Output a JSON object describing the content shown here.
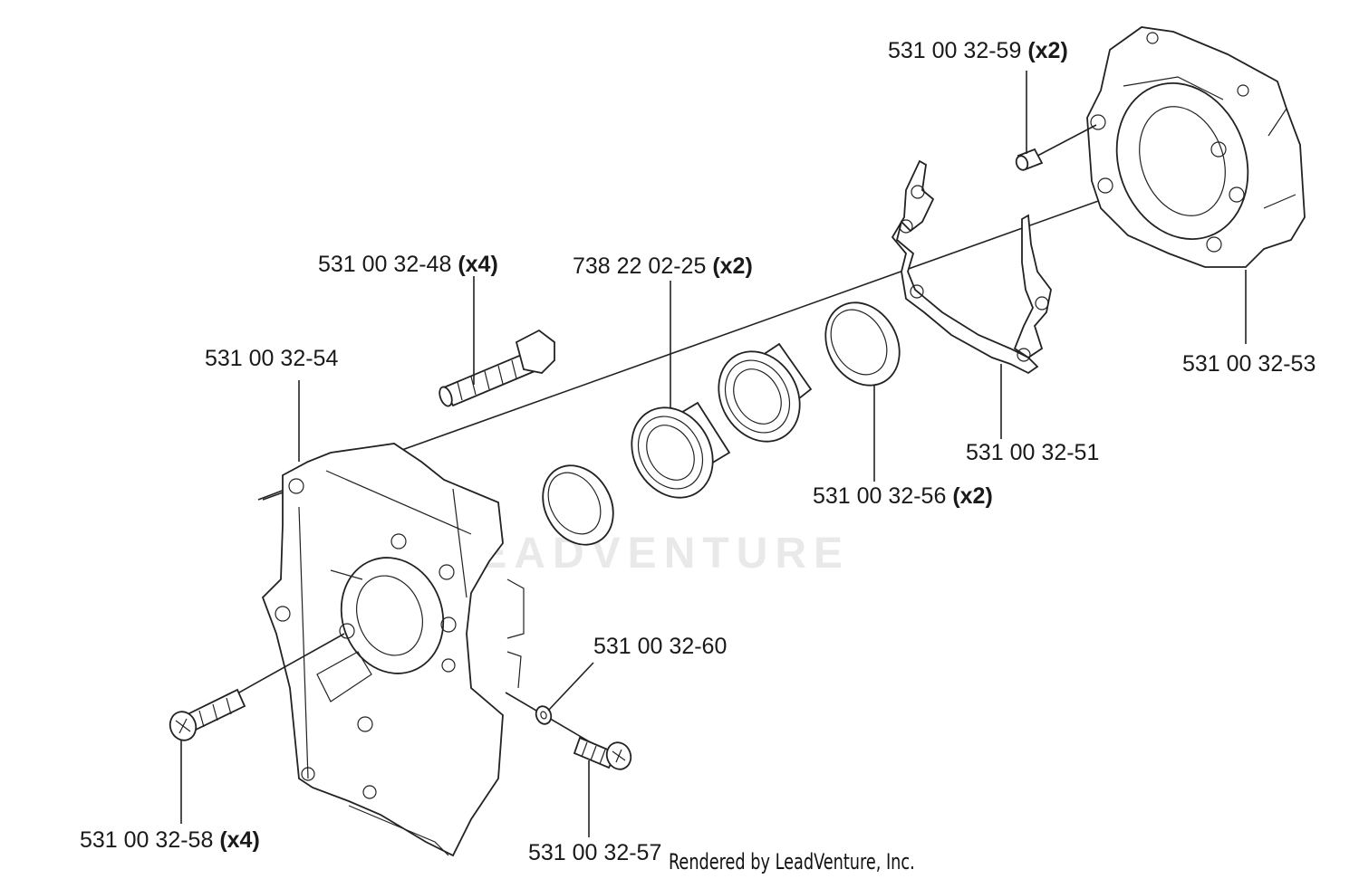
{
  "parts": [
    {
      "id": "p53",
      "number": "531 00 32-53",
      "qty": ""
    },
    {
      "id": "p59",
      "number": "531 00 32-59",
      "qty": "(x2)"
    },
    {
      "id": "p48",
      "number": "531 00 32-48",
      "qty": "(x4)"
    },
    {
      "id": "p25",
      "number": "738 22 02-25",
      "qty": "(x2)"
    },
    {
      "id": "p54",
      "number": "531 00 32-54",
      "qty": ""
    },
    {
      "id": "p51",
      "number": "531 00 32-51",
      "qty": ""
    },
    {
      "id": "p56",
      "number": "531 00 32-56",
      "qty": "(x2)"
    },
    {
      "id": "p60",
      "number": "531 00 32-60",
      "qty": ""
    },
    {
      "id": "p58",
      "number": "531 00 32-58",
      "qty": "(x4)"
    },
    {
      "id": "p57",
      "number": "531 00 32-57",
      "qty": ""
    }
  ],
  "watermark": "LEADVENTURE",
  "footer": "Rendered by LeadVenture, Inc.",
  "colors": {
    "line": "#222222",
    "watermark": "#e9e9e9",
    "background": "#ffffff"
  }
}
